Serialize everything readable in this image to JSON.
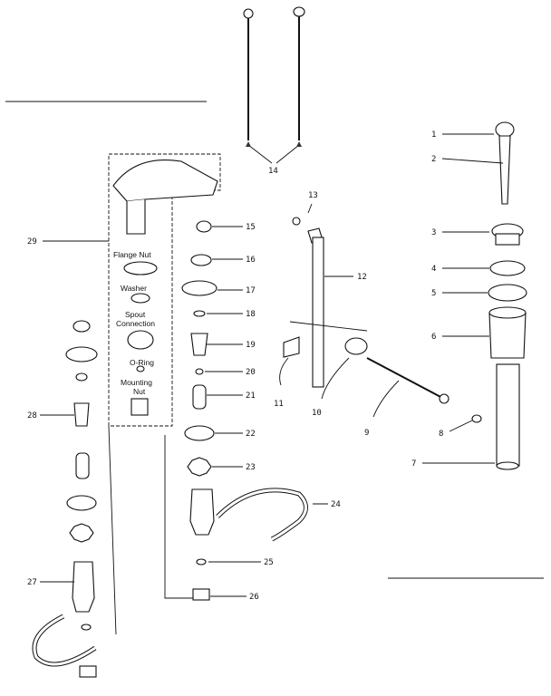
{
  "callouts": {
    "c1": "1",
    "c2": "2",
    "c3": "3",
    "c4": "4",
    "c5": "5",
    "c6": "6",
    "c7": "7",
    "c8": "8",
    "c9": "9",
    "c10": "10",
    "c11": "11",
    "c12": "12",
    "c13": "13",
    "c14": "14",
    "c15": "15",
    "c16": "16",
    "c17": "17",
    "c18": "18",
    "c19": "19",
    "c20": "20",
    "c21": "21",
    "c22": "22",
    "c23": "23",
    "c24": "24",
    "c25": "25",
    "c26": "26",
    "c27": "27",
    "c28": "28",
    "c29": "29"
  },
  "labels": {
    "flange_nut": "Flange Nut",
    "washer": "Washer",
    "spout_connection_1": "Spout",
    "spout_connection_2": "Connection",
    "o_ring": "O-Ring",
    "mounting_nut_1": "Mounting",
    "mounting_nut_2": "Nut"
  }
}
